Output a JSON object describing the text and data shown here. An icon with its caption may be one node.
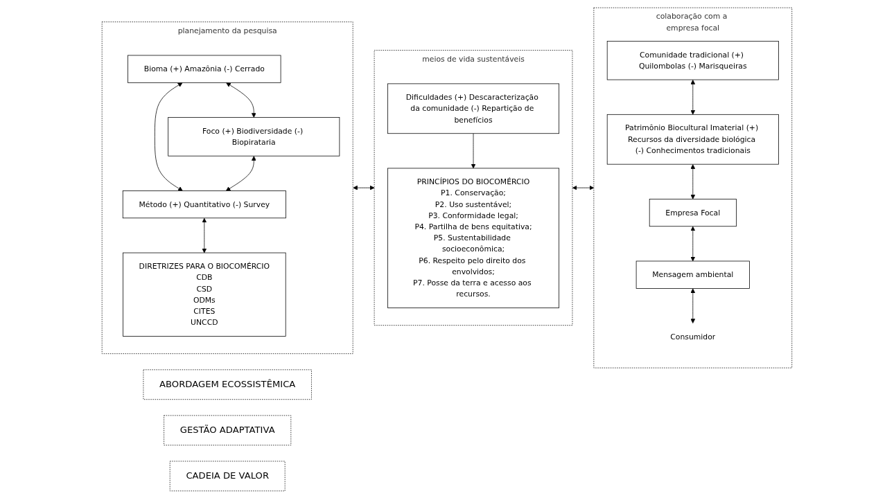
{
  "diagram": {
    "nodes": [
      {
        "text": [
          "planejamento da pesquisa"
        ]
      },
      {
        "text": [
          "Bioma (+) Amazônia (-) Cerrado"
        ],
        "in": 0
      },
      {
        "text": [
          "Foco (+) Biodiversidade (-) Biopirataria"
        ],
        "in": 0
      },
      {
        "text": [
          "Método (+) Quantitativo (-) Survey"
        ],
        "in": 0
      },
      {
        "text": [
          "DIRETRIZES PARA O BIOCOMÉRCIO",
          "CDB",
          "CSD",
          "ODMs",
          "CITES",
          "UNCCD"
        ],
        "in": 0
      },
      {
        "text": [
          "meios de vida sustentáveis"
        ]
      },
      {
        "text": [
          "Dificuldades (+) Descaracterização da comunidade (-) Repartição de benefícios"
        ],
        "in": 5
      },
      {
        "text": [
          "PRINCÍPIOS DO BIOCOMÉRCIO",
          "P1. Conservação;",
          "P2. Uso sustentável;",
          "P3. Conformidade legal;",
          "P4. Partilha de bens equitativa;",
          "P5. Sustentabilidade socioeconômica;",
          "P6. Respeito pelo direito dos envolvidos;",
          "P7. Posse da terra e acesso aos recursos."
        ],
        "in": 5
      },
      {
        "text": [
          "colaboração com a empresa focal"
        ]
      },
      {
        "text": [
          "Comunidade tradicional (+) Quilombolas (-) Marisqueiras"
        ],
        "in": 8
      },
      {
        "text": [
          "Patrimônio Biocultural Imaterial (+) Recursos da diversidade biológica (-) Conhecimentos tradicionais"
        ],
        "in": 8
      },
      {
        "text": [
          "Empresa Focal"
        ],
        "in": 8
      },
      {
        "text": [
          "Mensagem ambiental"
        ],
        "in": 8
      },
      {
        "text": [
          "Consumidor"
        ],
        "in": 8
      },
      {
        "text": [
          "ABORDAGEM ECOSSISTÊMICA"
        ]
      },
      {
        "text": [
          "GESTÃO ADAPTATIVA"
        ]
      },
      {
        "text": [
          "CADEIA DE VALOR"
        ]
      }
    ],
    "edges": [
      {
        "from": 1,
        "to": 2,
        "arrow": "both"
      },
      {
        "from": 1,
        "to": 3,
        "arrow": "both"
      },
      {
        "from": 2,
        "to": 3,
        "arrow": "both"
      },
      {
        "from": 3,
        "to": 4,
        "arrow": "both"
      },
      {
        "from": 6,
        "to": 7,
        "arrow": "to"
      },
      {
        "from": 0,
        "to": 5,
        "arrow": "both"
      },
      {
        "from": 5,
        "to": 8,
        "arrow": "both"
      },
      {
        "from": 9,
        "to": 10,
        "arrow": "both"
      },
      {
        "from": 10,
        "to": 11,
        "arrow": "both"
      },
      {
        "from": 11,
        "to": 12,
        "arrow": "both"
      },
      {
        "from": 12,
        "to": 13,
        "arrow": "both"
      }
    ]
  }
}
